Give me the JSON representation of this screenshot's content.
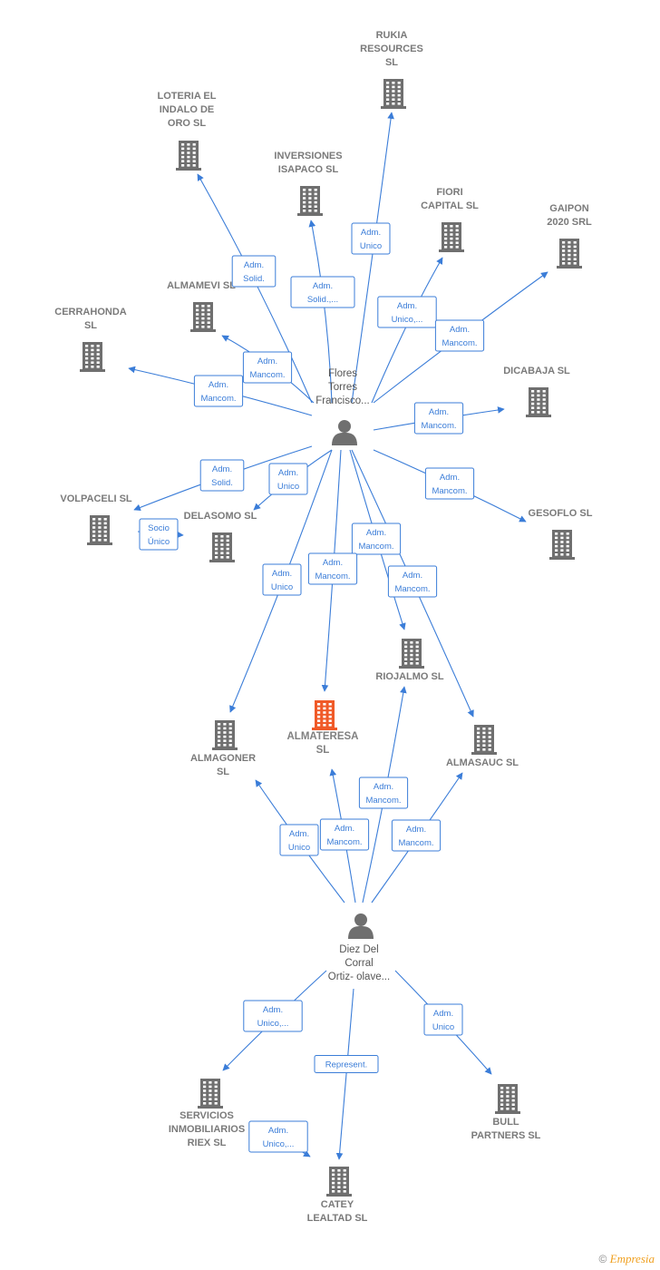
{
  "colors": {
    "edge": "#3b7dd8",
    "building": "#6f6f6f",
    "focus_building": "#f05a28",
    "person": "#6f6f6f"
  },
  "companies": [
    {
      "id": "rukia",
      "label": [
        "RUKIA",
        "RESOURCES",
        "SL"
      ]
    },
    {
      "id": "loteria",
      "label": [
        "LOTERIA EL",
        "INDALO DE",
        "ORO  SL"
      ]
    },
    {
      "id": "inversiones",
      "label": [
        "INVERSIONES",
        "ISAPACO  SL"
      ]
    },
    {
      "id": "fiori",
      "label": [
        "FIORI",
        "CAPITAL  SL"
      ]
    },
    {
      "id": "gaipon",
      "label": [
        "GAIPON",
        "2020 SRL"
      ]
    },
    {
      "id": "almamevi",
      "label": [
        "ALMAMEVI  SL"
      ]
    },
    {
      "id": "cerrahonda",
      "label": [
        "CERRAHONDA",
        "SL"
      ]
    },
    {
      "id": "dicabaja",
      "label": [
        "DICABAJA SL"
      ]
    },
    {
      "id": "volpaceli",
      "label": [
        "VOLPACELI SL"
      ]
    },
    {
      "id": "delasomo",
      "label": [
        "DELASOMO  SL"
      ]
    },
    {
      "id": "gesoflo",
      "label": [
        "GESOFLO  SL"
      ]
    },
    {
      "id": "riojalmo",
      "label": [
        "RIOJALMO  SL"
      ]
    },
    {
      "id": "almateresa",
      "label": [
        "ALMATERESA",
        "SL"
      ],
      "focus": true
    },
    {
      "id": "almagoner",
      "label": [
        "ALMAGONER",
        "SL"
      ]
    },
    {
      "id": "almasauc",
      "label": [
        "ALMASAUC  SL"
      ]
    },
    {
      "id": "riex",
      "label": [
        "SERVICIOS",
        "INMOBILIARIOS",
        "RIEX SL"
      ]
    },
    {
      "id": "bull",
      "label": [
        "BULL",
        "PARTNERS  SL"
      ]
    },
    {
      "id": "catey",
      "label": [
        "CATEY",
        "LEALTAD  SL"
      ]
    }
  ],
  "persons": [
    {
      "id": "flores",
      "label": [
        "Flores",
        "Torres",
        "Francisco..."
      ]
    },
    {
      "id": "diez",
      "label": [
        "Diez Del",
        "Corral",
        "Ortiz- olave..."
      ]
    }
  ],
  "relations": [
    {
      "from": "flores",
      "to": "rukia",
      "label": [
        "Adm.",
        "Unico"
      ]
    },
    {
      "from": "flores",
      "to": "loteria",
      "label": [
        "Adm.",
        "Solid."
      ]
    },
    {
      "from": "flores",
      "to": "inversiones",
      "label": [
        "Adm.",
        "Solid.,..."
      ]
    },
    {
      "from": "flores",
      "to": "fiori",
      "label": [
        "Adm.",
        "Unico,..."
      ]
    },
    {
      "from": "flores",
      "to": "gaipon",
      "label": [
        "Adm.",
        "Mancom."
      ]
    },
    {
      "from": "flores",
      "to": "almamevi",
      "label": [
        "Adm.",
        "Mancom."
      ]
    },
    {
      "from": "flores",
      "to": "cerrahonda",
      "label": [
        "Adm.",
        "Mancom."
      ]
    },
    {
      "from": "flores",
      "to": "dicabaja",
      "label": [
        "Adm.",
        "Mancom."
      ]
    },
    {
      "from": "flores",
      "to": "volpaceli",
      "label": [
        "Adm.",
        "Solid."
      ]
    },
    {
      "from": "flores",
      "to": "delasomo",
      "label": [
        "Adm.",
        "Unico"
      ]
    },
    {
      "from": "volpaceli",
      "to": "delasomo",
      "label": [
        "Socio",
        "Único"
      ]
    },
    {
      "from": "flores",
      "to": "gesoflo",
      "label": [
        "Adm.",
        "Mancom."
      ]
    },
    {
      "from": "flores",
      "to": "riojalmo",
      "label": [
        "Adm.",
        "Mancom."
      ]
    },
    {
      "from": "flores",
      "to": "almasauc",
      "label": [
        "Adm.",
        "Mancom."
      ]
    },
    {
      "from": "flores",
      "to": "almateresa",
      "label": [
        "Adm.",
        "Mancom."
      ]
    },
    {
      "from": "flores",
      "to": "almagoner",
      "label": [
        "Adm.",
        "Unico"
      ]
    },
    {
      "from": "diez",
      "to": "riojalmo",
      "label": [
        "Adm.",
        "Mancom."
      ]
    },
    {
      "from": "diez",
      "to": "almagoner",
      "label": [
        "Adm.",
        "Unico"
      ]
    },
    {
      "from": "diez",
      "to": "almateresa",
      "label": [
        "Adm.",
        "Mancom."
      ]
    },
    {
      "from": "diez",
      "to": "almasauc",
      "label": [
        "Adm.",
        "Mancom."
      ]
    },
    {
      "from": "diez",
      "to": "riex",
      "label": [
        "Adm.",
        "Unico,..."
      ]
    },
    {
      "from": "diez",
      "to": "catey",
      "label": [
        "Represent."
      ]
    },
    {
      "from": "diez",
      "to": "bull",
      "label": [
        "Adm.",
        "Unico"
      ]
    },
    {
      "from": "riex",
      "to": "catey",
      "label": [
        "Adm.",
        "Unico,..."
      ]
    }
  ],
  "footer": {
    "copyright": "©",
    "brand": "Empresia"
  }
}
